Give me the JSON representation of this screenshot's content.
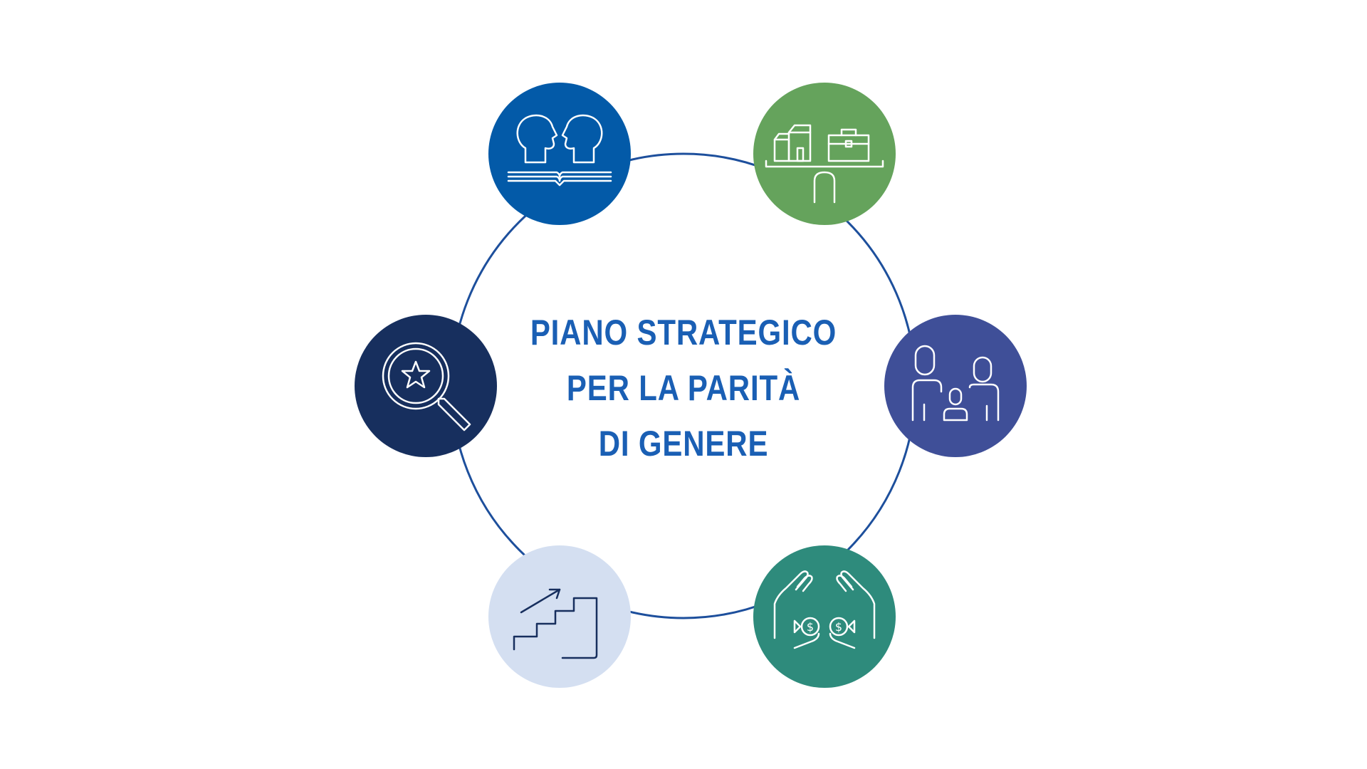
{
  "title": {
    "line1": "PIANO STRATEGICO",
    "line2": "PER LA PARITÀ",
    "line3": "DI GENERE"
  },
  "colors": {
    "title": "#1a5fb4",
    "ring": "#1d4f9c",
    "node_top_left": "#035aa8",
    "node_top_right": "#65a35c",
    "node_right": "#3f4f98",
    "node_bottom_right": "#2e8b7c",
    "node_bottom_left": "#d4dff1",
    "node_left": "#172f5e"
  },
  "nodes": [
    {
      "position": "top-left",
      "icon": "dialogue-book-icon"
    },
    {
      "position": "top-right",
      "icon": "balance-home-work-icon"
    },
    {
      "position": "right",
      "icon": "family-icon"
    },
    {
      "position": "bottom-right",
      "icon": "hands-money-icon"
    },
    {
      "position": "bottom-left",
      "icon": "career-stairs-icon"
    },
    {
      "position": "left",
      "icon": "search-star-icon"
    }
  ]
}
